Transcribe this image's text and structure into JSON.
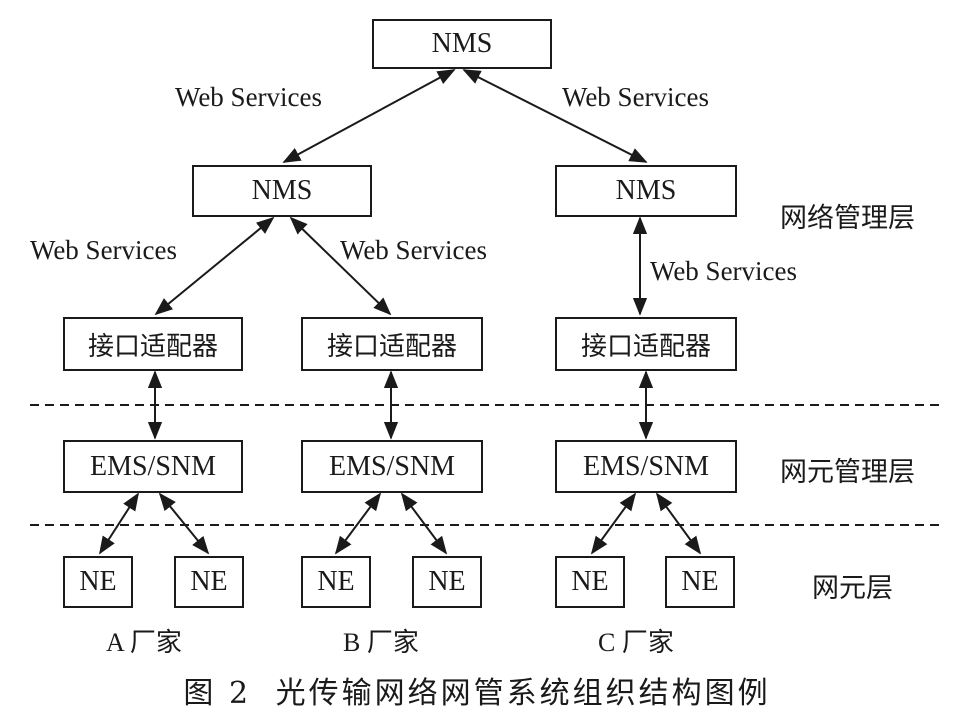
{
  "nodes": {
    "top_nms": "NMS",
    "left_nms": "NMS",
    "right_nms": "NMS",
    "adapter_a": "接口适配器",
    "adapter_b": "接口适配器",
    "adapter_c": "接口适配器",
    "ems_a": "EMS/SNM",
    "ems_b": "EMS/SNM",
    "ems_c": "EMS/SNM",
    "ne": "NE"
  },
  "edge_labels": {
    "top_left": "Web Services",
    "top_right": "Web Services",
    "mid_left": "Web Services",
    "mid_right": "Web Services",
    "right_vertical": "Web Services"
  },
  "layers": {
    "network_mgmt": "网络管理层",
    "element_mgmt": "网元管理层",
    "element": "网元层"
  },
  "vendors": {
    "a_letter": "A",
    "b_letter": "B",
    "c_letter": "C",
    "suffix": "厂家"
  },
  "caption": {
    "number": "图 2",
    "title": "光传输网络网管系统组织结构图例"
  }
}
